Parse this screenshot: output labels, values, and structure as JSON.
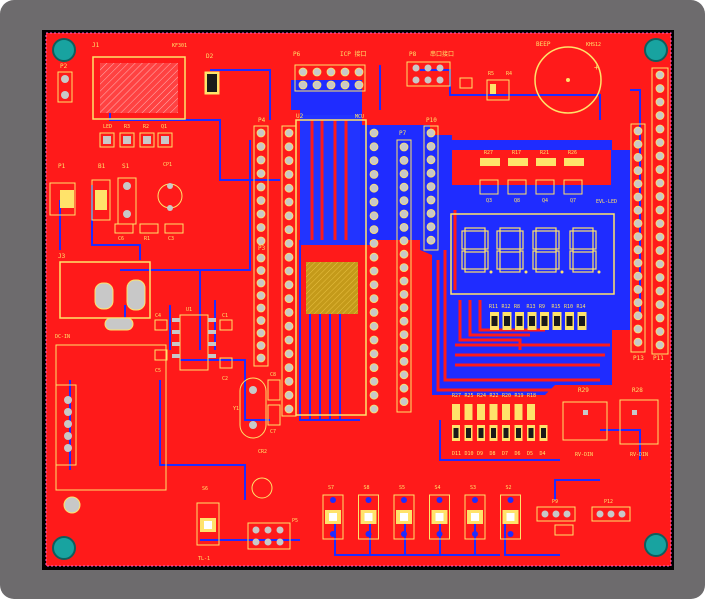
{
  "colors": {
    "frame": "#6d6b6d",
    "copper_top": "#ff1a1a",
    "copper_bottom": "#1f2cff",
    "silkscreen": "#ffe36a",
    "pad": "#c8c8c8",
    "mount_hole": "#18a3a0"
  },
  "labels": {
    "J1": "J1",
    "J1_val": "KF301",
    "D2": "D2",
    "R2": "R2",
    "P6": "P6",
    "P6_val": "ICP 接口",
    "P8": "P8",
    "P8_val": "串口接口",
    "BEEP": "BEEP",
    "BEEP_val": "KHS12",
    "R5": "R5",
    "R4": "R4",
    "LED": "LED",
    "R3": "R3",
    "R2b": "R2",
    "Q1": "Q1",
    "P4": "P4",
    "U2": "U2",
    "MCU": "MCU",
    "P7": "P7",
    "P10": "P10",
    "P1": "P1",
    "B1": "B1",
    "S1": "S1",
    "CP1": "CP1",
    "C6": "C6",
    "R1": "R1",
    "C3": "C3",
    "P3": "P3",
    "J3": "J3",
    "ICP": "ICP",
    "R27": "R27",
    "R17": "R17",
    "R21": "R21",
    "R26": "R26",
    "Q3": "Q3",
    "Q8": "Q8",
    "Q4": "Q4",
    "Q7": "Q7",
    "EVL": "EVL-LED",
    "seg_row": [
      "R11",
      "R12",
      "R8",
      "R13",
      "R9",
      "R15",
      "R10",
      "R14"
    ],
    "P13": "P13",
    "P11": "P11",
    "U1": "U1",
    "C4": "C4",
    "C1": "C1",
    "C5": "C5",
    "C2": "C2",
    "C8": "C8",
    "Y1": "Y1",
    "C7": "C7",
    "res_row": [
      "R27",
      "R25",
      "R24",
      "R22",
      "R20",
      "R19",
      "R18"
    ],
    "led_row": [
      "D11",
      "D10",
      "D9",
      "D8",
      "D7",
      "D6",
      "D5",
      "D4"
    ],
    "R29": "R29",
    "R29_val": "RV-DIN",
    "R28": "R28",
    "R28_val": "RV-DIN",
    "CR2": "CR2",
    "S6": "S6",
    "P5": "P5",
    "S7": "S7",
    "S5": "S5",
    "S4": "S4",
    "S3": "S3",
    "S2": "S2",
    "S8": "S8",
    "P9": "P9",
    "P12": "P12",
    "DC": "DC-IN",
    "TL": "TL-1"
  }
}
